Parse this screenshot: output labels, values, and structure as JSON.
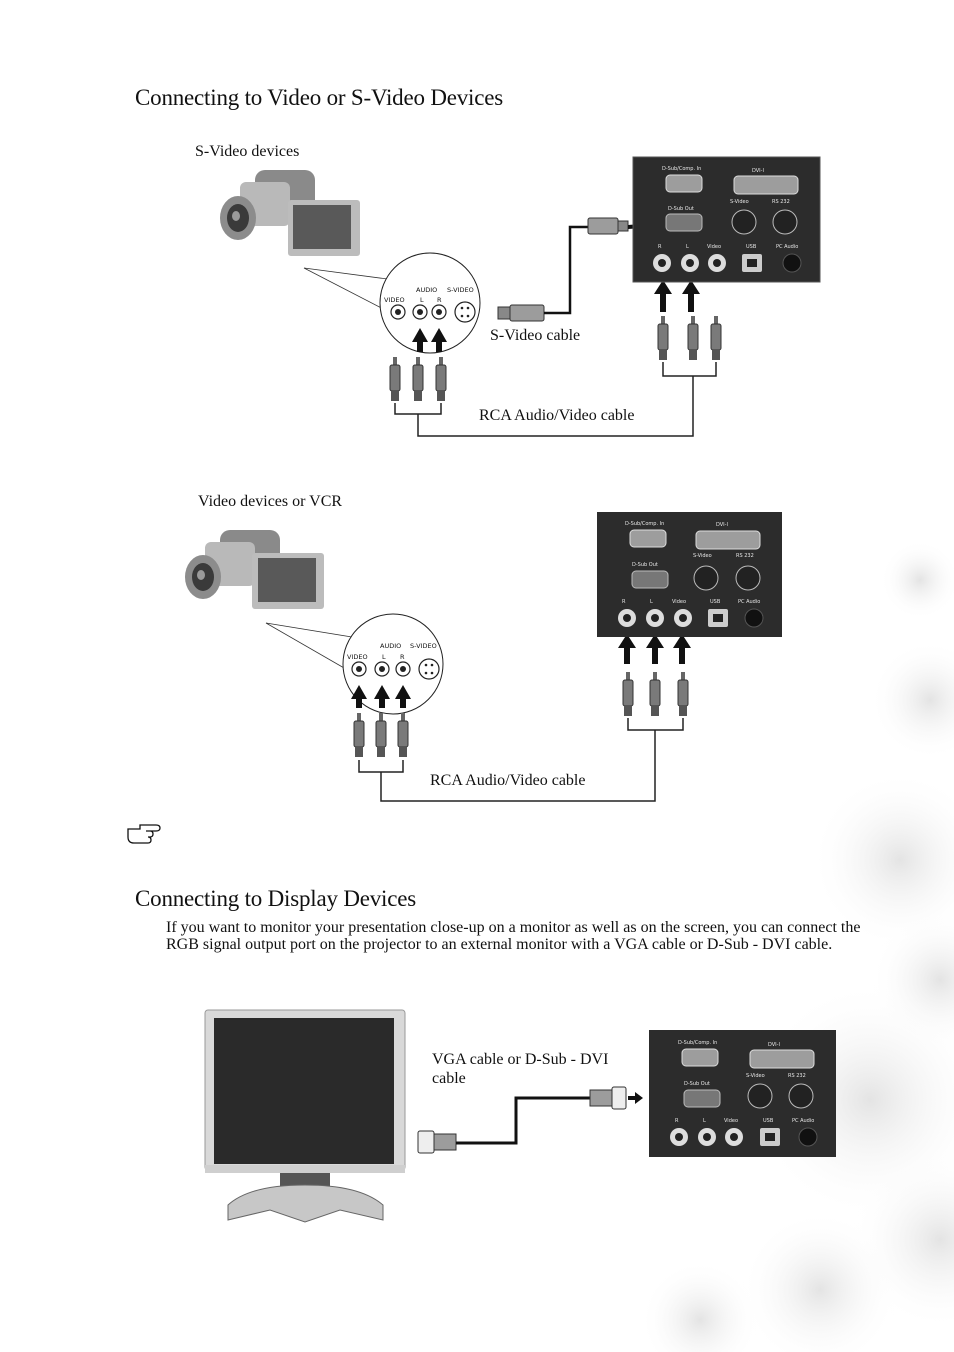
{
  "sections": [
    {
      "title": "Connecting to Video or S-Video Devices",
      "figures": [
        {
          "device_label": "S-Video devices",
          "cable_labels": [
            "S-Video cable",
            "RCA Audio/Video cable"
          ]
        },
        {
          "device_label": "Video devices or VCR",
          "cable_labels": [
            "RCA Audio/Video cable"
          ]
        }
      ]
    },
    {
      "title": "Connecting to Display Devices",
      "paragraph": "If you want to monitor your presentation close-up on a monitor as well as on the screen, you can connect the RGB signal output port on the projector to an external monitor with a VGA cable or D-Sub - DVI cable.",
      "figure": {
        "cable_label": "VGA cable or D-Sub - DVI cable"
      }
    }
  ],
  "camera_panel": {
    "audio": "AUDIO",
    "svideo": "S-VIDEO",
    "video": "VIDEO",
    "l": "L",
    "r": "R"
  },
  "projector_panel": {
    "dsub_comp_in": "D-Sub/Comp. In",
    "dvi": "DVI-I",
    "dsub_out": "D-Sub Out",
    "svideo": "S-Video",
    "rs232": "RS 232",
    "r": "R",
    "l": "L",
    "video": "Video",
    "usb": "USB",
    "pc_audio": "PC Audio"
  },
  "icons": [
    "pointing-hand-note-icon"
  ]
}
